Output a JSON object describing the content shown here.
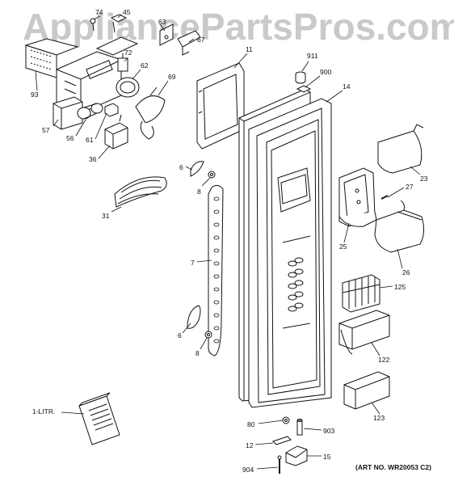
{
  "watermark": "AppliancePartsPros.com",
  "art_number": "(ART NO. WR20053 C2)",
  "callouts": [
    {
      "id": "74",
      "label": "74"
    },
    {
      "id": "45",
      "label": "45"
    },
    {
      "id": "63",
      "label": "63"
    },
    {
      "id": "67",
      "label": "67"
    },
    {
      "id": "93",
      "label": "93"
    },
    {
      "id": "72",
      "label": "72"
    },
    {
      "id": "62",
      "label": "62"
    },
    {
      "id": "69",
      "label": "69"
    },
    {
      "id": "57",
      "label": "57"
    },
    {
      "id": "56",
      "label": "56"
    },
    {
      "id": "61",
      "label": "61"
    },
    {
      "id": "36",
      "label": "36"
    },
    {
      "id": "11",
      "label": "11"
    },
    {
      "id": "911",
      "label": "911"
    },
    {
      "id": "900",
      "label": "900"
    },
    {
      "id": "14",
      "label": "14"
    },
    {
      "id": "6a",
      "label": "6"
    },
    {
      "id": "8a",
      "label": "8"
    },
    {
      "id": "31",
      "label": "31"
    },
    {
      "id": "23",
      "label": "23"
    },
    {
      "id": "27",
      "label": "27"
    },
    {
      "id": "25",
      "label": "25"
    },
    {
      "id": "26",
      "label": "26"
    },
    {
      "id": "7",
      "label": "7"
    },
    {
      "id": "125",
      "label": "125"
    },
    {
      "id": "6b",
      "label": "6"
    },
    {
      "id": "8b",
      "label": "8"
    },
    {
      "id": "122",
      "label": "122"
    },
    {
      "id": "123",
      "label": "123"
    },
    {
      "id": "1-litr",
      "label": "1-LITR."
    },
    {
      "id": "80",
      "label": "80"
    },
    {
      "id": "903",
      "label": "903"
    },
    {
      "id": "12",
      "label": "12"
    },
    {
      "id": "15",
      "label": "15"
    },
    {
      "id": "904",
      "label": "904"
    }
  ]
}
